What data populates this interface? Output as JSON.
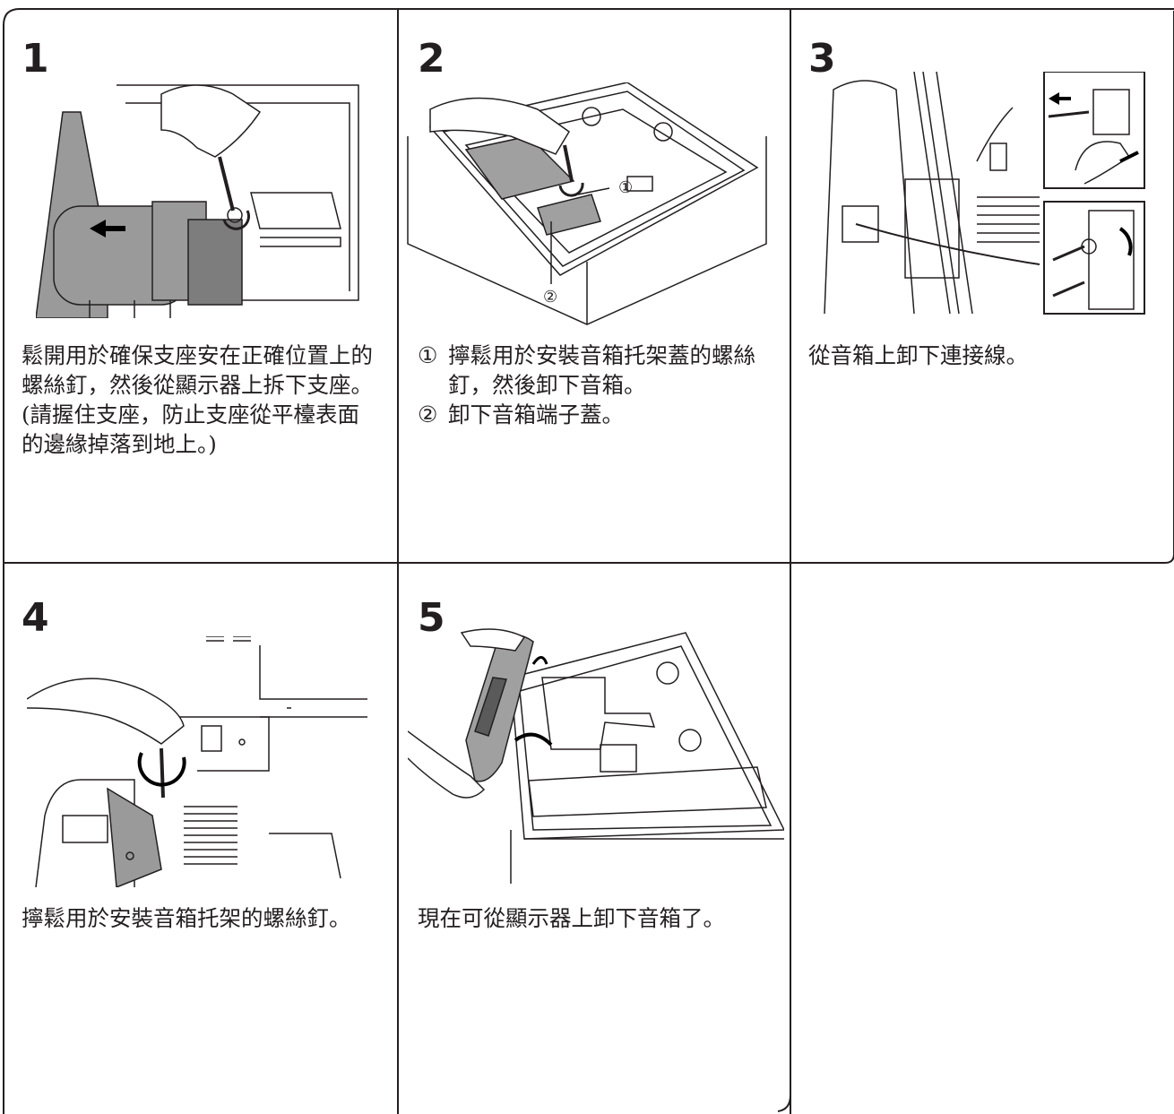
{
  "steps": [
    {
      "number": "1",
      "text": "鬆開用於確保支座安在正確位置上的螺絲釘，然後從顯示器上拆下支座。",
      "note": "(請握住支座，防止支座從平檯表面的邊緣掉落到地上。)"
    },
    {
      "number": "2",
      "callout_1": "①",
      "callout_2": "②",
      "items": [
        {
          "marker": "①",
          "text": "擰鬆用於安裝音箱托架蓋的螺絲釘，然後卸下音箱。"
        },
        {
          "marker": "②",
          "text": "卸下音箱端子蓋。"
        }
      ]
    },
    {
      "number": "3",
      "text": "從音箱上卸下連接線。"
    },
    {
      "number": "4",
      "text": "擰鬆用於安裝音箱托架的螺絲釘。"
    },
    {
      "number": "5",
      "text": "現在可從顯示器上卸下音箱了。"
    }
  ]
}
